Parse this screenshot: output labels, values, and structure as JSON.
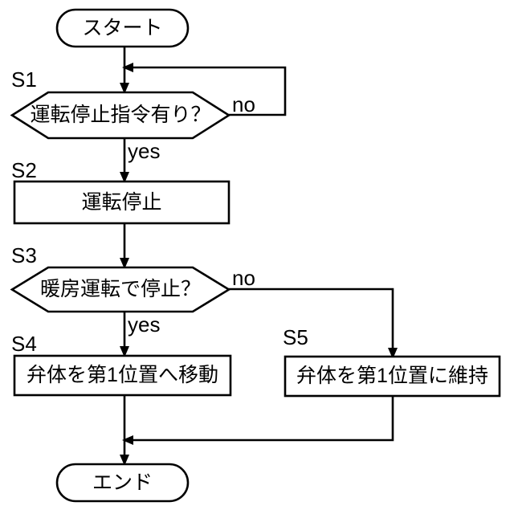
{
  "diagram": {
    "type": "flowchart",
    "language": "ja",
    "stroke_color": "#000000",
    "fill_color": "#ffffff",
    "background_color": "#ffffff",
    "nodes": [
      {
        "id": "start",
        "shape": "stadium",
        "text": "スタート",
        "step_label": ""
      },
      {
        "id": "s1",
        "shape": "hexagon-decision",
        "text": "運転停止指令有り？",
        "step_label": "S1"
      },
      {
        "id": "s2",
        "shape": "rectangle",
        "text": "運転停止",
        "step_label": "S2"
      },
      {
        "id": "s3",
        "shape": "hexagon-decision",
        "text": "暖房運転で停止？",
        "step_label": "S3"
      },
      {
        "id": "s4",
        "shape": "rectangle",
        "text": "弁体を第1位置へ移動",
        "step_label": "S4"
      },
      {
        "id": "s5",
        "shape": "rectangle",
        "text": "弁体を第1位置に維持",
        "step_label": "S5"
      },
      {
        "id": "end",
        "shape": "stadium",
        "text": "エンド",
        "step_label": ""
      }
    ],
    "edges": [
      {
        "id": "start-to-s1",
        "from": "start",
        "to": "s1",
        "label": ""
      },
      {
        "id": "s1-no-loop",
        "from": "s1",
        "to": "s1-entry",
        "label": "no"
      },
      {
        "id": "s1-yes-to-s2",
        "from": "s1",
        "to": "s2",
        "label": "yes"
      },
      {
        "id": "s2-to-s3",
        "from": "s2",
        "to": "s3",
        "label": ""
      },
      {
        "id": "s3-yes-to-s4",
        "from": "s3",
        "to": "s4",
        "label": "yes"
      },
      {
        "id": "s3-no-to-s5",
        "from": "s3",
        "to": "s5",
        "label": "no"
      },
      {
        "id": "s4-to-end",
        "from": "s4",
        "to": "end",
        "label": ""
      },
      {
        "id": "s5-to-end",
        "from": "s5",
        "to": "end",
        "label": ""
      }
    ]
  }
}
